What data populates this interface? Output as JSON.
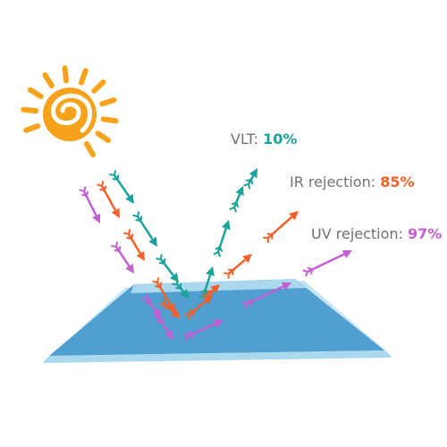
{
  "labels": {
    "vlt": {
      "name": "VLT:",
      "value": "10%"
    },
    "ir": {
      "name": "IR rejection:",
      "value": "85%"
    },
    "uv": {
      "name": "UV rejection:",
      "value": "97%"
    }
  },
  "colors": {
    "vlt": "#1aa39a",
    "ir": "#f0602a",
    "uv": "#c35fd2",
    "sun": "#f6a21a",
    "glass_top": "#a9d8ef",
    "glass_mid": "#4f9fd0",
    "glass_edge": "#b9e0f2",
    "text": "#6f7072"
  },
  "icons": [
    "sun-icon"
  ]
}
